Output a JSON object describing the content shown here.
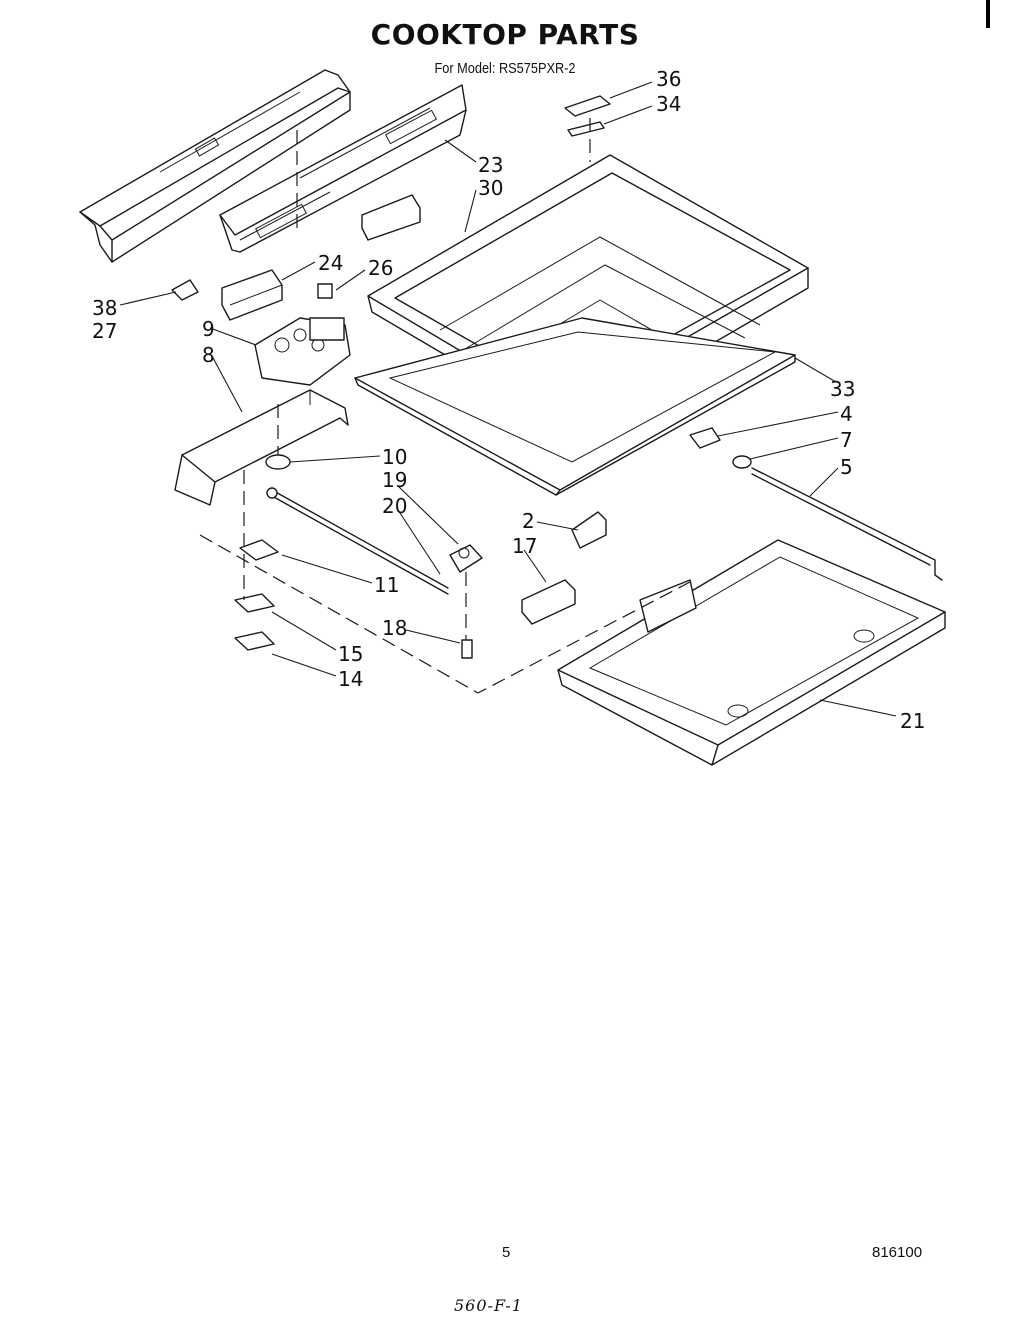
{
  "header": {
    "title": "COOKTOP PARTS",
    "model_line": "For Model: RS575PXR-2"
  },
  "callouts": [
    "36",
    "34",
    "23",
    "30",
    "24",
    "26",
    "38",
    "27",
    "9",
    "8",
    "10",
    "19",
    "20",
    "11",
    "2",
    "17",
    "18",
    "15",
    "14",
    "33",
    "4",
    "7",
    "5",
    "21"
  ],
  "footer": {
    "page_number": "5",
    "doc_number": "816100",
    "handwritten_note": "560-F-1"
  }
}
